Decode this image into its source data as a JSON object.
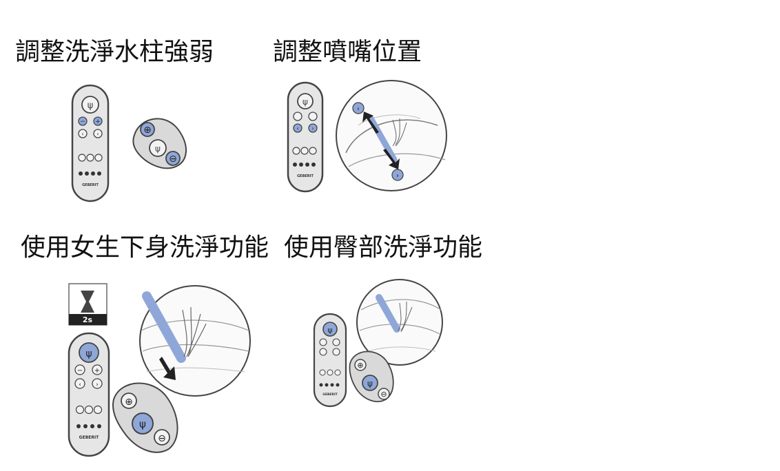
{
  "sections": [
    {
      "title": "調整洗淨水柱強弱"
    },
    {
      "title": "調整噴嘴位置"
    },
    {
      "title": "使用女生下身洗淨功能"
    },
    {
      "title": "使用臀部洗淨功能"
    }
  ],
  "timer": {
    "label": "2s"
  },
  "remote": {
    "brand": "GEBERIT"
  },
  "colors": {
    "accent_blue": "#8fa7d8",
    "device_gray": "#d9d9d9",
    "outline": "#444444",
    "arrow": "#222222"
  }
}
